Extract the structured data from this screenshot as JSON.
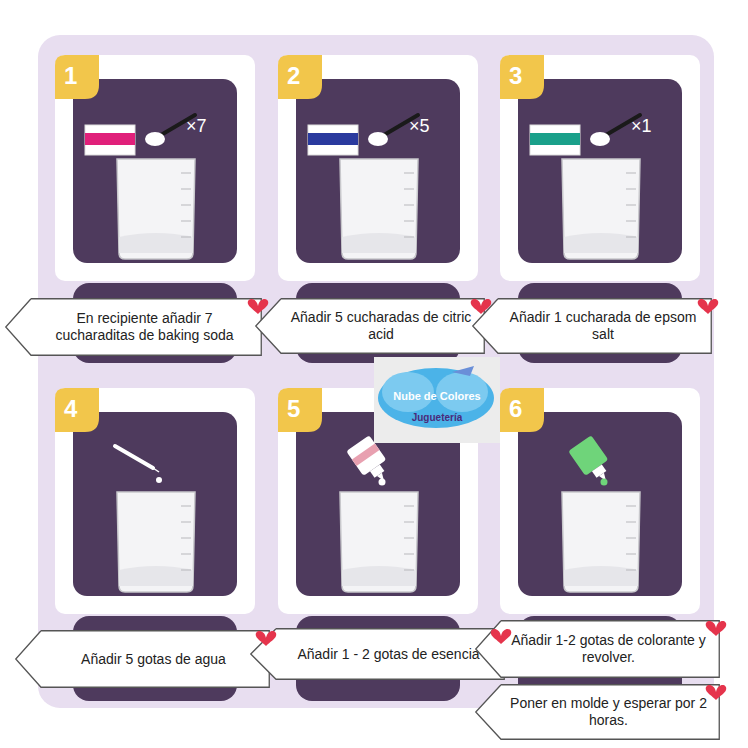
{
  "diagram": {
    "nodes": [
      {
        "text": [
          "En recipiente añadir 7 cucharaditas de baking soda"
        ]
      },
      {
        "text": [
          "Añadir 5 cucharadas de citric acid"
        ]
      },
      {
        "text": [
          "Añadir 1 cucharada de epsom salt"
        ]
      },
      {
        "text": [
          "Añadir 5 gotas de agua"
        ]
      },
      {
        "text": [
          "Añadir 1 - 2 gotas de esencia"
        ]
      },
      {
        "text": [
          "Añadir 1-2 gotas de colorante y revolver."
        ]
      },
      {
        "text": [
          "Poner en molde y esperar por 2 horas."
        ]
      }
    ],
    "labels": [
      "1",
      "×7",
      "2",
      "×5",
      "3",
      "×1",
      "4",
      "5",
      "6",
      "Nube de Colores",
      "Juguetería"
    ]
  }
}
